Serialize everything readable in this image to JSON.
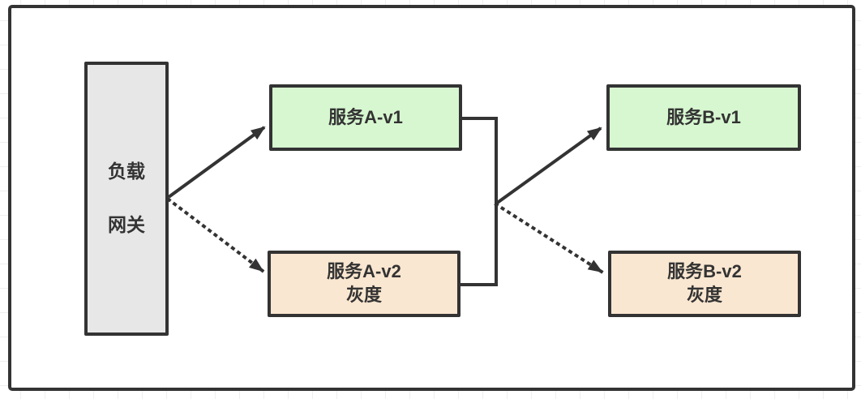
{
  "diagram": {
    "nodes": {
      "gateway": {
        "lines": [
          "负载",
          "网关"
        ],
        "fill": "#e7e7e7"
      },
      "service_a_v1": {
        "lines": [
          "服务A-v1"
        ],
        "fill": "#d7f7d0"
      },
      "service_a_v2": {
        "lines": [
          "服务A-v2",
          "灰度"
        ],
        "fill": "#fae7d1"
      },
      "service_b_v1": {
        "lines": [
          "服务B-v1"
        ],
        "fill": "#d7f7d0"
      },
      "service_b_v2": {
        "lines": [
          "服务B-v2",
          "灰度"
        ],
        "fill": "#fae7d1"
      }
    },
    "edges": [
      {
        "from": "gateway",
        "to": "service_a_v1",
        "style": "solid"
      },
      {
        "from": "gateway",
        "to": "service_a_v2",
        "style": "dotted"
      },
      {
        "from": "service_a_junction",
        "to": "service_b_v1",
        "style": "solid"
      },
      {
        "from": "service_a_junction",
        "to": "service_b_v2",
        "style": "dotted"
      }
    ],
    "colors": {
      "stroke": "#333333",
      "normal_service_fill": "#d7f7d0",
      "gray_release_fill": "#fae7d1",
      "gateway_fill": "#e7e7e7",
      "grid_line": "#efefef",
      "background": "#ffffff"
    }
  }
}
